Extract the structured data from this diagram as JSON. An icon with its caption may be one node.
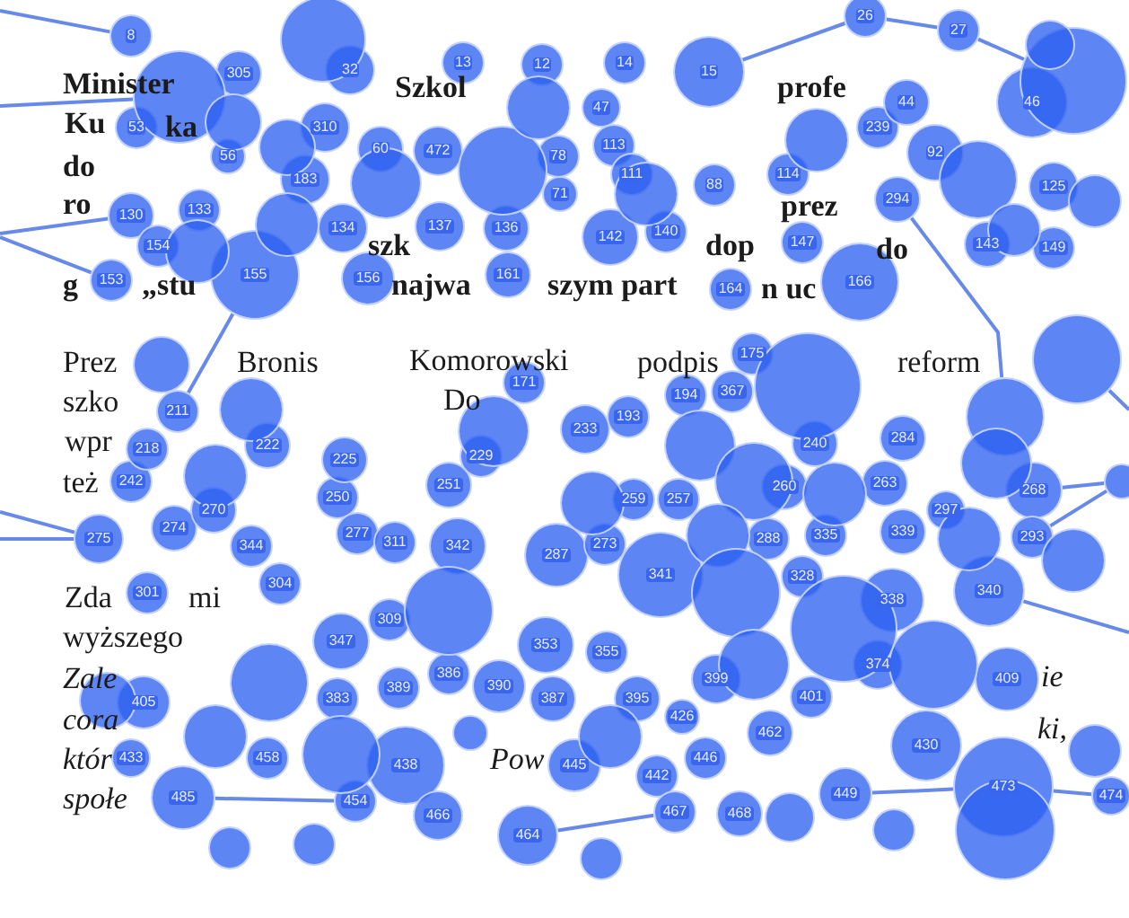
{
  "diagram": {
    "nodes": [
      {
        "text": [
          "8"
        ]
      },
      {
        "text": [
          "305"
        ]
      },
      {
        "text": [
          "32"
        ]
      },
      {
        "text": [
          "13"
        ]
      },
      {
        "text": [
          "12"
        ]
      },
      {
        "text": [
          "14"
        ]
      },
      {
        "text": [
          "15"
        ]
      },
      {
        "text": [
          "26"
        ]
      },
      {
        "text": [
          "27"
        ]
      },
      {
        "text": [
          "53"
        ]
      },
      {
        "text": [
          "56"
        ]
      },
      {
        "text": [
          "310"
        ]
      },
      {
        "text": [
          "60"
        ]
      },
      {
        "text": [
          "472"
        ]
      },
      {
        "text": [
          "78"
        ]
      },
      {
        "text": [
          "47"
        ]
      },
      {
        "text": [
          "113"
        ]
      },
      {
        "text": [
          "239"
        ]
      },
      {
        "text": [
          "44"
        ]
      },
      {
        "text": [
          "92"
        ]
      },
      {
        "text": [
          "46"
        ]
      },
      {
        "text": [
          "183"
        ]
      },
      {
        "text": [
          "71"
        ]
      },
      {
        "text": [
          "111"
        ]
      },
      {
        "text": [
          "88"
        ]
      },
      {
        "text": [
          "114"
        ]
      },
      {
        "text": [
          "294"
        ]
      },
      {
        "text": [
          "125"
        ]
      },
      {
        "text": [
          "130"
        ]
      },
      {
        "text": [
          "154"
        ]
      },
      {
        "text": [
          "133"
        ]
      },
      {
        "text": [
          "134"
        ]
      },
      {
        "text": [
          "137"
        ]
      },
      {
        "text": [
          "136"
        ]
      },
      {
        "text": [
          "142"
        ]
      },
      {
        "text": [
          "140"
        ]
      },
      {
        "text": [
          "147"
        ]
      },
      {
        "text": [
          "143"
        ]
      },
      {
        "text": [
          "149"
        ]
      },
      {
        "text": [
          "153"
        ]
      },
      {
        "text": [
          "155"
        ]
      },
      {
        "text": [
          "156"
        ]
      },
      {
        "text": [
          "161"
        ]
      },
      {
        "text": [
          "164"
        ]
      },
      {
        "text": [
          "166"
        ]
      },
      {
        "text": [
          "211"
        ]
      },
      {
        "text": [
          "171"
        ]
      },
      {
        "text": [
          "233"
        ]
      },
      {
        "text": [
          "193"
        ]
      },
      {
        "text": [
          "194"
        ]
      },
      {
        "text": [
          "367"
        ]
      },
      {
        "text": [
          "175"
        ]
      },
      {
        "text": [
          "242"
        ]
      },
      {
        "text": [
          "218"
        ]
      },
      {
        "text": [
          "222"
        ]
      },
      {
        "text": [
          "250"
        ]
      },
      {
        "text": [
          "225"
        ]
      },
      {
        "text": [
          "251"
        ]
      },
      {
        "text": [
          "229"
        ]
      },
      {
        "text": [
          "259"
        ]
      },
      {
        "text": [
          "257"
        ]
      },
      {
        "text": [
          "260"
        ]
      },
      {
        "text": [
          "240"
        ]
      },
      {
        "text": [
          "263"
        ]
      },
      {
        "text": [
          "284"
        ]
      },
      {
        "text": [
          "268"
        ]
      },
      {
        "text": [
          "275"
        ]
      },
      {
        "text": [
          "274"
        ]
      },
      {
        "text": [
          "270"
        ]
      },
      {
        "text": [
          "344"
        ]
      },
      {
        "text": [
          "277"
        ]
      },
      {
        "text": [
          "311"
        ]
      },
      {
        "text": [
          "342"
        ]
      },
      {
        "text": [
          "287"
        ]
      },
      {
        "text": [
          "273"
        ]
      },
      {
        "text": [
          "288"
        ]
      },
      {
        "text": [
          "335"
        ]
      },
      {
        "text": [
          "339"
        ]
      },
      {
        "text": [
          "297"
        ]
      },
      {
        "text": [
          "293"
        ]
      },
      {
        "text": [
          "301"
        ]
      },
      {
        "text": [
          "304"
        ]
      },
      {
        "text": [
          "347"
        ]
      },
      {
        "text": [
          "309"
        ]
      },
      {
        "text": [
          "353"
        ]
      },
      {
        "text": [
          "355"
        ]
      },
      {
        "text": [
          "341"
        ]
      },
      {
        "text": [
          "328"
        ]
      },
      {
        "text": [
          "338"
        ]
      },
      {
        "text": [
          "340"
        ]
      },
      {
        "text": [
          "405"
        ]
      },
      {
        "text": [
          "383"
        ]
      },
      {
        "text": [
          "389"
        ]
      },
      {
        "text": [
          "386"
        ]
      },
      {
        "text": [
          "390"
        ]
      },
      {
        "text": [
          "387"
        ]
      },
      {
        "text": [
          "395"
        ]
      },
      {
        "text": [
          "426"
        ]
      },
      {
        "text": [
          "399"
        ]
      },
      {
        "text": [
          "401"
        ]
      },
      {
        "text": [
          "374"
        ]
      },
      {
        "text": [
          "409"
        ]
      },
      {
        "text": [
          "433"
        ]
      },
      {
        "text": [
          "485"
        ]
      },
      {
        "text": [
          "458"
        ]
      },
      {
        "text": [
          "454"
        ]
      },
      {
        "text": [
          "438"
        ]
      },
      {
        "text": [
          "466"
        ]
      },
      {
        "text": [
          "464"
        ]
      },
      {
        "text": [
          "445"
        ]
      },
      {
        "text": [
          "442"
        ]
      },
      {
        "text": [
          "467"
        ]
      },
      {
        "text": [
          "446"
        ]
      },
      {
        "text": [
          "468"
        ]
      },
      {
        "text": [
          "462"
        ]
      },
      {
        "text": [
          "449"
        ]
      },
      {
        "text": [
          "430"
        ]
      },
      {
        "text": [
          "473"
        ]
      },
      {
        "text": [
          "474"
        ]
      },
      {
        "text": [],
        "shape": "circle"
      },
      {
        "text": [],
        "shape": "circle"
      },
      {
        "text": [],
        "shape": "circle"
      },
      {
        "text": [],
        "shape": "circle"
      },
      {
        "text": [],
        "shape": "circle"
      },
      {
        "text": [],
        "shape": "circle"
      },
      {
        "text": [],
        "shape": "circle"
      },
      {
        "text": [],
        "shape": "circle"
      },
      {
        "text": [],
        "shape": "circle"
      },
      {
        "text": [],
        "shape": "circle"
      },
      {
        "text": [],
        "shape": "circle"
      },
      {
        "text": [],
        "shape": "circle"
      },
      {
        "text": [],
        "shape": "circle"
      },
      {
        "text": [],
        "shape": "circle"
      },
      {
        "text": [],
        "shape": "circle"
      },
      {
        "text": [],
        "shape": "circle"
      },
      {
        "text": [],
        "shape": "circle"
      },
      {
        "text": [],
        "shape": "circle"
      },
      {
        "text": [],
        "shape": "circle"
      },
      {
        "text": [],
        "shape": "circle"
      },
      {
        "text": [],
        "shape": "circle"
      },
      {
        "text": [],
        "shape": "circle"
      },
      {
        "text": [],
        "shape": "circle"
      },
      {
        "text": [],
        "shape": "circle"
      },
      {
        "text": [],
        "shape": "circle"
      },
      {
        "text": [],
        "shape": "circle"
      },
      {
        "text": [],
        "shape": "circle"
      },
      {
        "text": [],
        "shape": "circle"
      },
      {
        "text": [],
        "shape": "circle"
      },
      {
        "text": [],
        "shape": "circle"
      },
      {
        "text": [],
        "shape": "circle"
      },
      {
        "text": [],
        "shape": "circle"
      },
      {
        "text": [],
        "shape": "circle"
      },
      {
        "text": [],
        "shape": "circle"
      },
      {
        "text": [],
        "shape": "circle"
      },
      {
        "text": [],
        "shape": "circle"
      },
      {
        "text": [],
        "shape": "circle"
      },
      {
        "text": [],
        "shape": "circle"
      },
      {
        "text": [],
        "shape": "circle"
      },
      {
        "text": [],
        "shape": "circle"
      },
      {
        "text": [],
        "shape": "circle"
      },
      {
        "text": [],
        "shape": "circle"
      },
      {
        "text": [],
        "shape": "circle"
      },
      {
        "text": [],
        "shape": "circle"
      },
      {
        "text": [],
        "shape": "circle"
      },
      {
        "text": [],
        "shape": "circle"
      },
      {
        "text": [],
        "shape": "circle"
      },
      {
        "text": [],
        "shape": "circle"
      },
      {
        "text": [],
        "shape": "circle"
      },
      {
        "text": [],
        "shape": "circle"
      }
    ],
    "edges": [
      {
        "from": 7,
        "to": 8,
        "arrow": "none"
      },
      {
        "from": 8,
        "to": 121,
        "arrow": "none"
      },
      {
        "from": null,
        "to": 0,
        "arrow": "none"
      },
      {
        "from": null,
        "to": 120,
        "arrow": "none"
      },
      {
        "from": null,
        "to": 28,
        "arrow": "none"
      },
      {
        "from": null,
        "to": 39,
        "arrow": "none"
      },
      {
        "from": null,
        "to": 66,
        "arrow": "none"
      },
      {
        "from": null,
        "to": 66,
        "arrow": "none"
      },
      {
        "from": 117,
        "to": 118,
        "arrow": "none"
      },
      {
        "from": 65,
        "to": 167,
        "arrow": "none"
      },
      {
        "from": 89,
        "to": null,
        "arrow": "none"
      },
      {
        "from": 79,
        "to": 167,
        "arrow": "none"
      },
      {
        "from": 26,
        "to": 136,
        "arrow": "none"
      },
      {
        "from": 40,
        "to": 45,
        "arrow": "none"
      },
      {
        "from": 103,
        "to": 105,
        "arrow": "none"
      },
      {
        "from": 108,
        "to": 111,
        "arrow": "none"
      },
      {
        "from": 6,
        "to": 7,
        "arrow": "none"
      },
      {
        "from": 134,
        "to": null,
        "arrow": "none"
      },
      {
        "from": 115,
        "to": 117,
        "arrow": "none"
      }
    ],
    "labels": [
      "Minister",
      "Szkol",
      "profe",
      "Ku",
      "ka",
      "do",
      "ro",
      "prez",
      "szk",
      "dop",
      "do",
      "g",
      "„stu",
      "najwa",
      "szym part",
      "n uc",
      "Prez",
      "Bronis",
      "Komorowski",
      "podpis",
      "reform",
      "szko",
      "Do",
      "wpr",
      "też",
      "Zda",
      "mi",
      "wyższego",
      "Zale",
      "ie",
      "cora",
      "ki,",
      "któr",
      "Pow",
      "społe"
    ]
  }
}
